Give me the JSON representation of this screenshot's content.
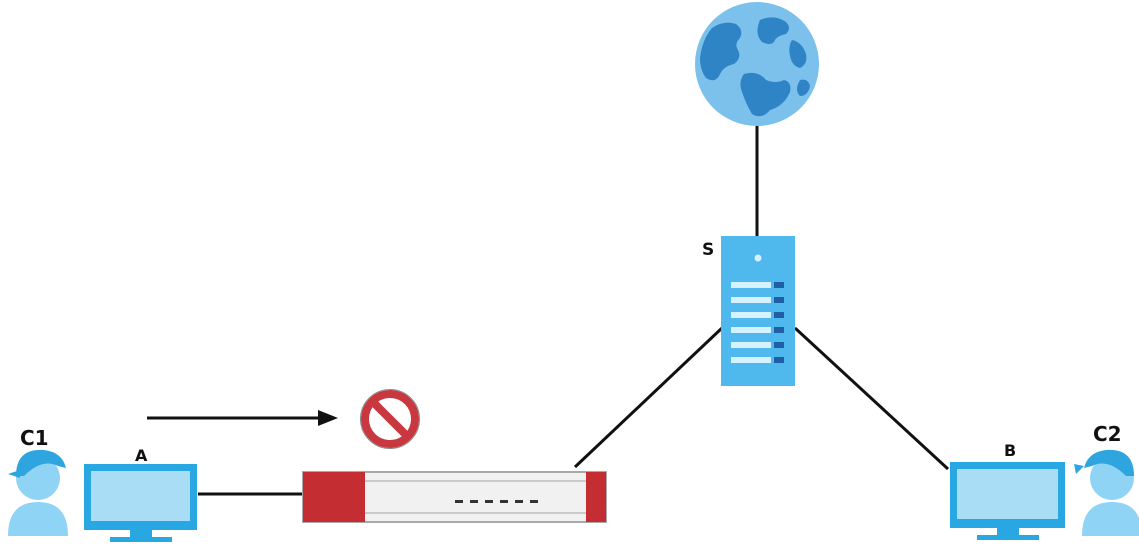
{
  "labels": {
    "user_left": "C1",
    "user_right": "C2",
    "computer_left": "A",
    "computer_right": "B",
    "server": "S"
  },
  "colors": {
    "line": "#111111",
    "globe_ocean": "#7cc0ec",
    "globe_land": "#2f84c6",
    "server_body": "#4fb8ec",
    "server_slot": "#d6f1ff",
    "server_led": "#1f5fa8",
    "monitor_frame": "#29a7e3",
    "monitor_screen": "#a9dcf5",
    "user": "#8fd3f5",
    "user_dark": "#2fa5e0",
    "firewall_red": "#c42d31",
    "firewall_body": "#f1f1f1",
    "block_red": "#c9373f"
  },
  "icons": [
    "globe-icon",
    "server-icon",
    "monitor-icon",
    "user-icon",
    "firewall-icon",
    "block-icon",
    "arrow-icon"
  ]
}
